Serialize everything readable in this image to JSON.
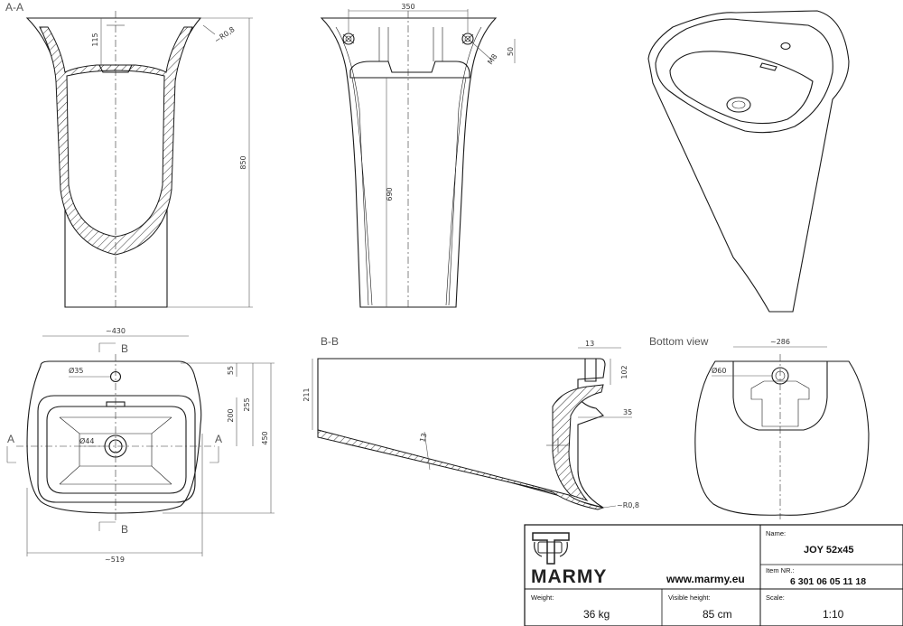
{
  "views": {
    "section_aa": "A-A",
    "section_bb": "B-B",
    "bottom_view": "Bottom view"
  },
  "dimensions": {
    "aa_115": "115",
    "aa_r08": "~R0,8",
    "aa_850": "850",
    "side_350": "350",
    "side_50": "50",
    "side_m8": "M8",
    "side_690": "690",
    "top_430": "~430",
    "top_b_top": "B",
    "top_b_bottom": "B",
    "top_a_left": "A",
    "top_a_right": "A",
    "top_d35": "Ø35",
    "top_d44": "Ø44",
    "top_55": "55",
    "top_200": "200",
    "top_255": "255",
    "top_450": "450",
    "top_519": "~519",
    "bb_13_top": "13",
    "bb_102": "102",
    "bb_211": "211",
    "bb_13_diag": "13",
    "bb_35": "35",
    "bb_r08": "~R0,8",
    "bv_286": "~286",
    "bv_d60": "Ø60"
  },
  "title_block": {
    "brand": "MARMY",
    "website": "www.marmy.eu",
    "name_label": "Name:",
    "name_value": "JOY 52x45",
    "item_label": "Item NR.:",
    "item_value": "6 301 06 05 11 18",
    "weight_label": "Weight:",
    "weight_value": "36 kg",
    "visible_height_label": "Visible height:",
    "visible_height_value": "85 cm",
    "scale_label": "Scale:",
    "scale_value": "1:10"
  }
}
